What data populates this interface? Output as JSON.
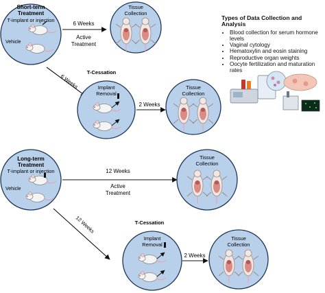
{
  "short_term": {
    "title_line1": "Short-term",
    "title_line2": "Treatment",
    "subtitle": "T-implant or injection",
    "vehicle": "Vehicle",
    "arrow_main_top": "6 Weeks",
    "arrow_main_bottom_1": "Active",
    "arrow_main_bottom_2": "Treatment",
    "tissue_line1": "Tissue",
    "tissue_line2": "Collection",
    "diagonal_label": "6 Weeks",
    "cessation_header": "T-Cessation",
    "implant_line1": "Implant",
    "implant_line2": "Removal",
    "cessation_arrow": "2 Weeks",
    "cessation_tissue_line1": "Tissue",
    "cessation_tissue_line2": "Collection"
  },
  "long_term": {
    "title_line1": "Long-term",
    "title_line2": "Treatment",
    "subtitle": "T-implant or injection",
    "vehicle": "Vehicle",
    "arrow_main_top": "12 Weeks",
    "arrow_main_bottom_1": "Active",
    "arrow_main_bottom_2": "Treatment",
    "tissue_line1": "Tissue",
    "tissue_line2": "Collection",
    "diagonal_label": "12 Weeks",
    "cessation_header": "T-Cessation",
    "implant_line1": "Implant",
    "implant_line2": "Removal",
    "cessation_arrow": "2 Weeks",
    "cessation_tissue_line1": "Tissue",
    "cessation_tissue_line2": "Collection"
  },
  "analysis": {
    "heading": "Types of Data Collection and Analysis",
    "items": [
      "Blood collection for serum hormone levels",
      "Vaginal cytology",
      "Hematoxylin and eosin staining",
      "Reproductive organ weights",
      "Oocyte fertilization and maturation rates"
    ]
  },
  "colors": {
    "circle_fill": "#b9d0ea",
    "circle_stroke": "#1d3557",
    "arrow": "#111111"
  },
  "icons": [
    "mouse-icon",
    "dissected-mouse-icon",
    "implant-icon",
    "syringe-icon",
    "lab-equipment-icon"
  ]
}
